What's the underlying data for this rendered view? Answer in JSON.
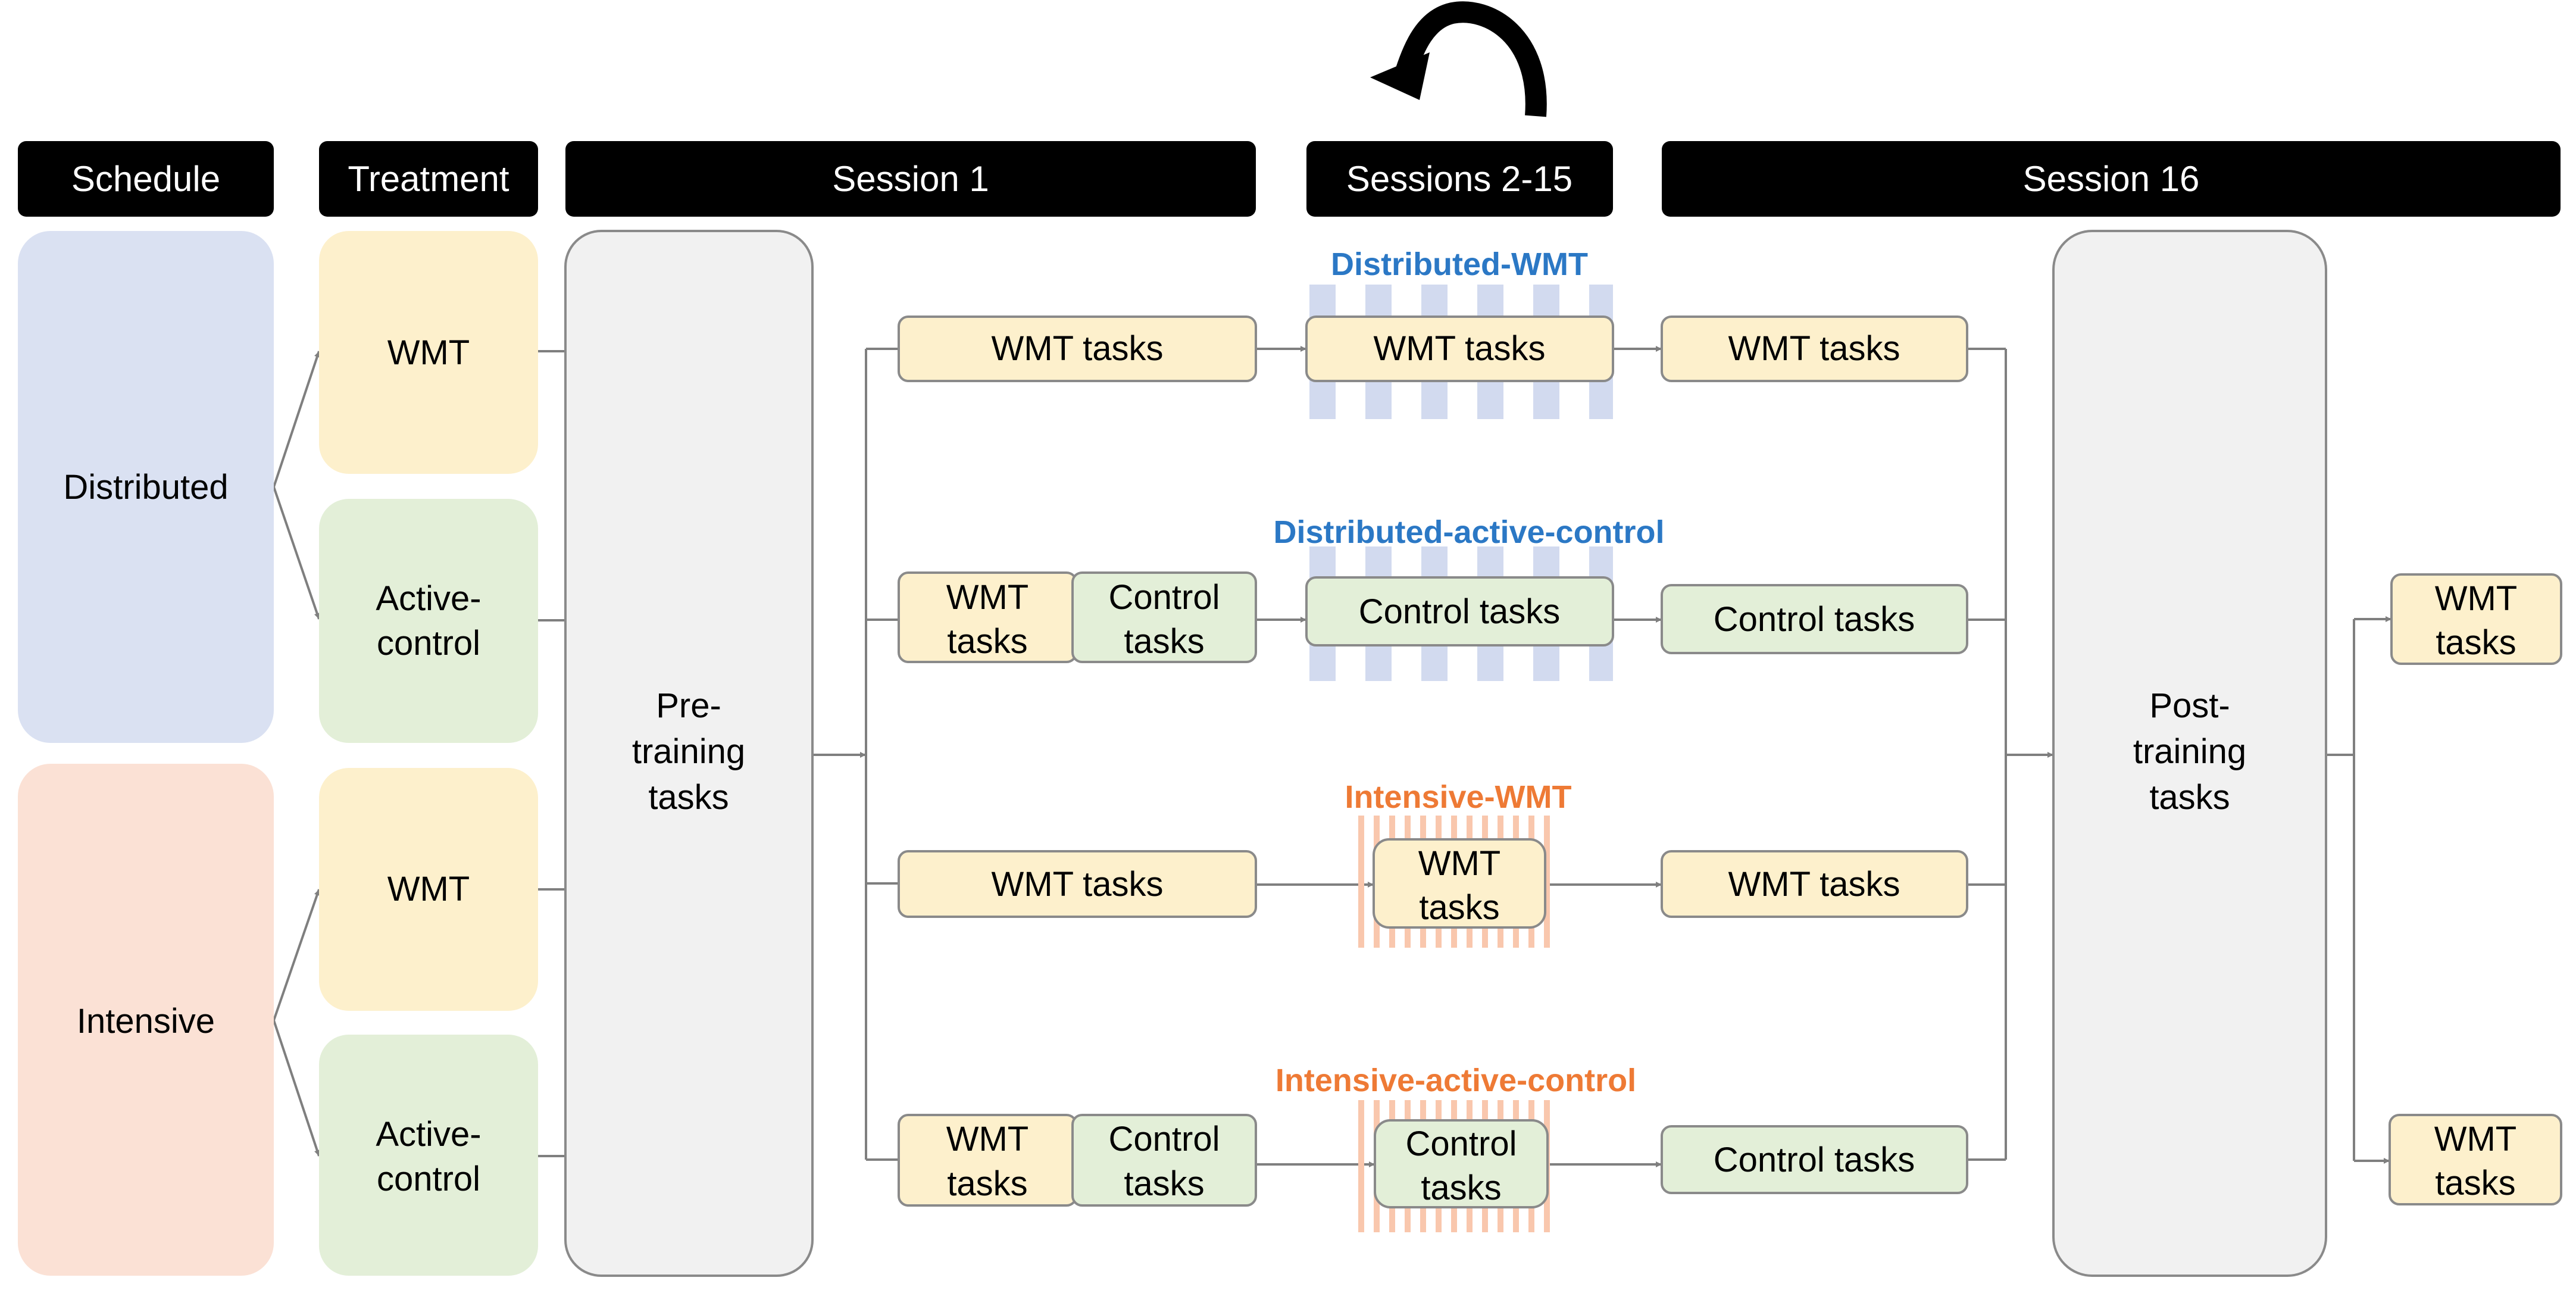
{
  "headers": {
    "schedule": "Schedule",
    "treatment": "Treatment",
    "session1": "Session 1",
    "sessions_2_15": "Sessions 2-15",
    "session16": "Session 16"
  },
  "schedules": {
    "distributed": "Distributed",
    "intensive": "Intensive"
  },
  "treatments": {
    "wmt_line1": "WMT",
    "active_line1": "Active-",
    "active_line2": "control"
  },
  "pretraining": {
    "line1": "Pre-",
    "line2": "training",
    "line3": "tasks"
  },
  "posttraining": {
    "line1": "Post-",
    "line2": "training",
    "line3": "tasks"
  },
  "tasks": {
    "wmt_tasks": "WMT tasks",
    "control_tasks": "Control tasks",
    "wmt": "WMT",
    "control": "Control",
    "tasks_word": "tasks"
  },
  "group_labels": {
    "distributed_wmt": "Distributed-WMT",
    "distributed_active_control": "Distributed-active-control",
    "intensive_wmt": "Intensive-WMT",
    "intensive_active_control": "Intensive-active-control"
  },
  "colors": {
    "header_bg": "#000000",
    "header_text": "#ffffff",
    "distributed_bg": "#dae1f2",
    "intensive_bg": "#fbe1d5",
    "wmt_bg": "#fdf0cc",
    "control_bg": "#e3efd8",
    "gray_box_bg": "#f1f1f1",
    "gray_box_border": "#8a8a8a",
    "line": "#7f7f7f",
    "distributed_label": "#2b78c5",
    "intensive_label": "#ee7a35",
    "distributed_stripe": "#d2daef",
    "intensive_stripe": "#f9c7ad"
  },
  "icons": {
    "repeat": "curved-return-arrow-icon"
  }
}
